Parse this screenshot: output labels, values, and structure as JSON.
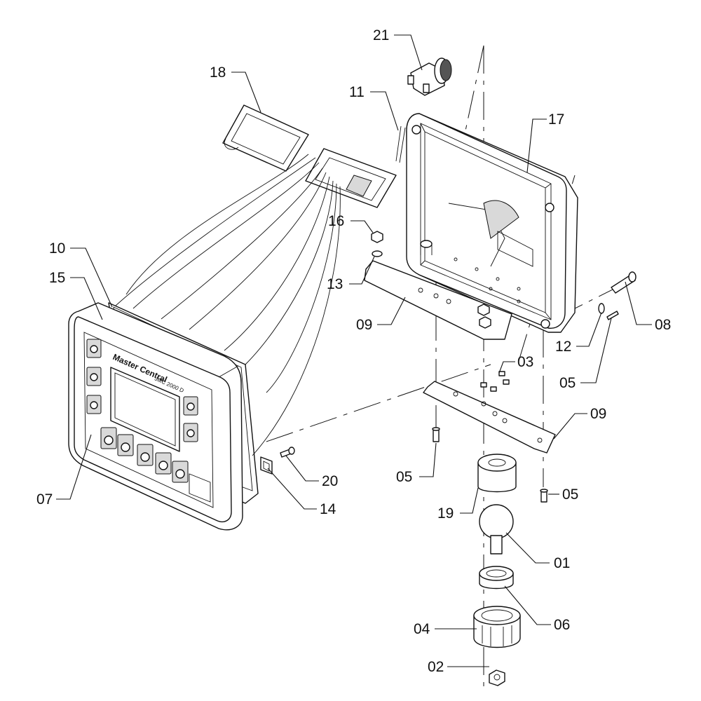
{
  "callouts": [
    {
      "id": "c21",
      "text": "21"
    },
    {
      "id": "c18",
      "text": "18"
    },
    {
      "id": "c11",
      "text": "11"
    },
    {
      "id": "c17",
      "text": "17"
    },
    {
      "id": "c16",
      "text": "16"
    },
    {
      "id": "c10",
      "text": "10"
    },
    {
      "id": "c15",
      "text": "15"
    },
    {
      "id": "c13",
      "text": "13"
    },
    {
      "id": "c09a",
      "text": "09"
    },
    {
      "id": "c08",
      "text": "08"
    },
    {
      "id": "c12",
      "text": "12"
    },
    {
      "id": "c03",
      "text": "03"
    },
    {
      "id": "c05a",
      "text": "05"
    },
    {
      "id": "c09b",
      "text": "09"
    },
    {
      "id": "c05b",
      "text": "05"
    },
    {
      "id": "c05c",
      "text": "05"
    },
    {
      "id": "c20",
      "text": "20"
    },
    {
      "id": "c14",
      "text": "14"
    },
    {
      "id": "c07",
      "text": "07"
    },
    {
      "id": "c19",
      "text": "19"
    },
    {
      "id": "c01",
      "text": "01"
    },
    {
      "id": "c06",
      "text": "06"
    },
    {
      "id": "c04",
      "text": "04"
    },
    {
      "id": "c02",
      "text": "02"
    }
  ],
  "panel": {
    "brand": "Master Central",
    "model": "JMC 2000 D"
  }
}
